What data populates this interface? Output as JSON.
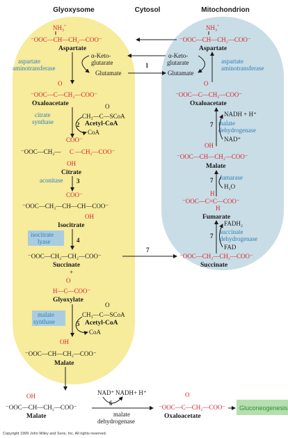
{
  "headers": {
    "glyoxysome": "Glyoxysome",
    "cytosol": "Cytosol",
    "mitochondrion": "Mitochondrion"
  },
  "colors": {
    "glyoxysome_fill": "#f7eb9c",
    "mito_fill": "#c9dde6",
    "structure_red": "#d6252b",
    "enzyme_blue": "#2f7fb7",
    "enzyme_box": "#a9cde0",
    "gluco_box": "#b5dfad",
    "gluco_text": "#2e8b3a"
  },
  "glyoxysome": {
    "aspartate": {
      "nh3": "NH3+",
      "formula": "⁻OOC—CH—CH₂—COO⁻",
      "name": "Aspartate"
    },
    "aspartate_aminotransferase": [
      "aspartate",
      "aminotransferase"
    ],
    "keto": [
      "α-Keto-",
      "glutarate"
    ],
    "glutamate": "Glutamate",
    "oxaloacetate": {
      "o": "O",
      "formula": "⁻OOC—C—CH₂—COO⁻",
      "name": "Oxaloacetate"
    },
    "citrate_synthase": [
      "citrate",
      "synthase"
    ],
    "acetyl_coa_1": {
      "o": "O",
      "formula": "CH₃—C—SCoA",
      "name": "Acetyl-CoA",
      "coa": "CoA",
      "step": "2"
    },
    "citrate": {
      "top": "COO⁻",
      "left": "⁻OOC—CH₂—",
      "center": "C",
      "right": "—CH₂—COO⁻",
      "oh": "OH",
      "name": "Citrate"
    },
    "aconitase": "aconitase",
    "step3": "3",
    "isocitrate": {
      "top": "COO⁻",
      "formula": "⁻OOC—CH₂—CH—CH—COO⁻",
      "oh": "OH",
      "name": "Isocitrate"
    },
    "isocitrate_lyase": [
      "isocitrate",
      "lyase"
    ],
    "step4": "4",
    "succinate": {
      "formula": "⁻OOC—CH₂—CH₂—COO⁻",
      "name": "Succinate",
      "plus": "+"
    },
    "glyoxylate": {
      "o": "O",
      "formula": "H—C—COO⁻",
      "name": "Glyoxylate"
    },
    "malate_synthase": [
      "malate",
      "synthase"
    ],
    "acetyl_coa_2": {
      "o": "O",
      "formula": "CH₃—C—SCoA",
      "name": "Acetyl-CoA",
      "coa": "CoA",
      "step": "5"
    },
    "malate": {
      "oh": "OH",
      "formula": "⁻OOC—CH—CH₂—COO⁻",
      "name": "Malate"
    }
  },
  "mitochondrion": {
    "aspartate": {
      "nh3": "NH3+",
      "formula": "⁻OOC—CH—CH₂—COO⁻",
      "name": "Aspartate"
    },
    "keto": [
      "α-Keto-",
      "glutarate"
    ],
    "glutamate": "Glutamate",
    "step1": "1",
    "aspartate_aminotransferase": [
      "aspartate",
      "aminotransferase"
    ],
    "oxaloacetate": {
      "o": "O",
      "formula": "⁻OOC—C—CH₂—COO⁻",
      "name": "Oxaloacetate"
    },
    "nadh": "NADH + H⁺",
    "step7a": "7",
    "malate_dehydrogenase": [
      "malate",
      "dehydrogenase"
    ],
    "nad": "NAD⁺",
    "malate": {
      "oh": "OH",
      "formula": "⁻OOC—CH—CH₂—COO⁻",
      "name": "Malate"
    },
    "step7b": "7",
    "fumarase": "fumarase",
    "h2o": "H₂O",
    "fumarate": {
      "h_top": "H",
      "formula": "⁻OOC—C=C—COO⁻",
      "h_bot": "H",
      "name": "Fumarate"
    },
    "fadh2": "FADH₂",
    "step7c": "7",
    "succinate_dehydrogenase": [
      "succinate",
      "dehydrogenase"
    ],
    "fad": "FAD",
    "succinate": {
      "formula": "⁻OOC—CH₂—CH₂—COO⁻",
      "name": "Succinate"
    }
  },
  "transport_step": "7",
  "cytosol_bottom": {
    "malate": {
      "oh": "OH",
      "formula": "⁻OOC—CH—CH₂—COO⁻",
      "name": "Malate"
    },
    "nad": "NAD⁺",
    "nadh": "NADH+ H⁺",
    "step6": "6",
    "malate_dehydrogenase": [
      "malate",
      "dehydrogenase"
    ],
    "oxaloacetate": {
      "o": "O",
      "formula": "⁻OOC—C—CH₂—COO⁻",
      "name": "Oxaloacetate"
    },
    "gluconeogenesis": "Gluconeogenesis"
  },
  "copyright": "Copyright 1999 John Wiley and Sons, Inc. All rights reserved."
}
